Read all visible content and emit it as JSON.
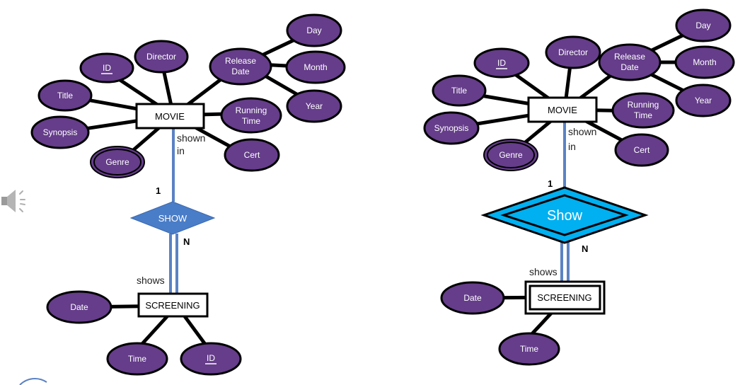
{
  "colors": {
    "attribute_fill": "#653d8a",
    "attribute_stroke": "#000000",
    "connector": "#000000",
    "relationship_line": "#5b82c4",
    "show_fill_left": "#4a7dc8",
    "show_fill_right": "#00b0f0"
  },
  "icons": {
    "speaker": "speaker-icon"
  },
  "left": {
    "entity_movie": "MOVIE",
    "entity_screening": "SCREENING",
    "relationship": "SHOW",
    "label_shown_line1": "shown",
    "label_shown_line2": "in",
    "label_shows": "shows",
    "card_one": "1",
    "card_many": "N",
    "attrs": {
      "id": "ID",
      "director": "Director",
      "release_line1": "Release",
      "release_line2": "Date",
      "day": "Day",
      "month": "Month",
      "year": "Year",
      "title": "Title",
      "synopsis": "Synopsis",
      "genre": "Genre",
      "running_line1": "Running",
      "running_line2": "Time",
      "cert": "Cert",
      "date": "Date",
      "time": "Time",
      "screening_id": "ID"
    }
  },
  "right": {
    "entity_movie": "MOVIE",
    "entity_screening": "SCREENING",
    "relationship": "Show",
    "label_shown_line1": "shown",
    "label_shown_line2": "in",
    "label_shows": "shows",
    "card_one": "1",
    "card_many": "N",
    "attrs": {
      "id": "ID",
      "director": "Director",
      "release_line1": "Release",
      "release_line2": "Date",
      "day": "Day",
      "month": "Month",
      "year": "Year",
      "title": "Title",
      "synopsis": "Synopsis",
      "genre": "Genre",
      "running_line1": "Running",
      "running_line2": "Time",
      "cert": "Cert",
      "date": "Date",
      "time": "Time"
    }
  }
}
